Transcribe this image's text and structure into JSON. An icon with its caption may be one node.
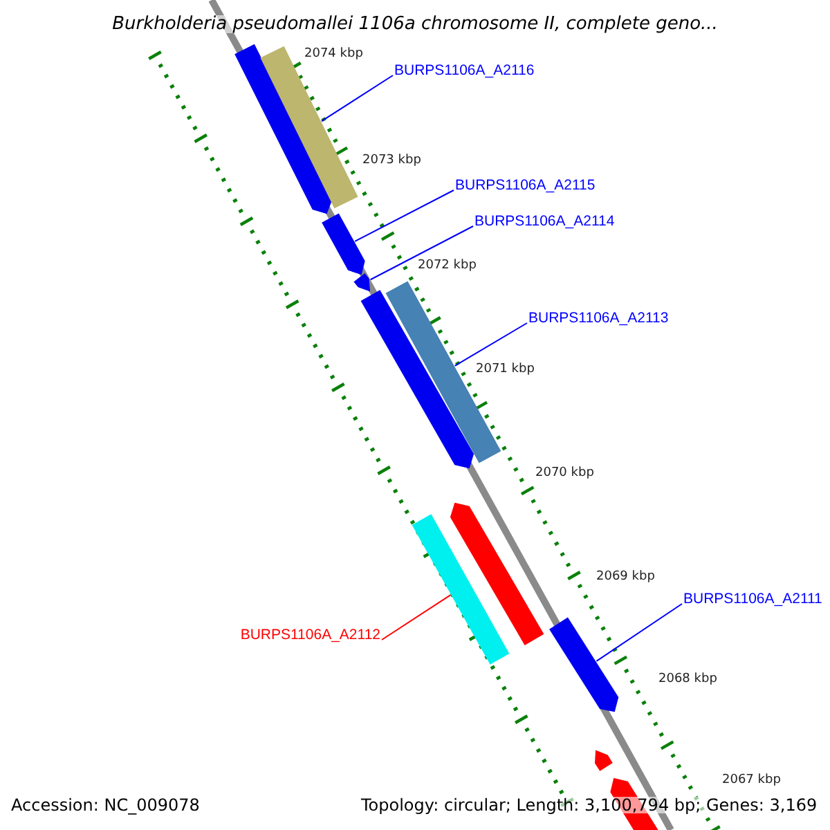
{
  "diagram": {
    "title": "Burkholderia pseudomallei 1106a chromosome II, complete geno...",
    "nodes": [
      {
        "text": [
          "BURPS1106A_A2116"
        ]
      },
      {
        "text": [
          "BURPS1106A_A2115"
        ]
      },
      {
        "text": [
          "BURPS1106A_A2114"
        ]
      },
      {
        "text": [
          "BURPS1106A_A2113"
        ]
      },
      {
        "text": [
          "BURPS1106A_A2112"
        ]
      },
      {
        "text": [
          "BURPS1106A_A2111"
        ]
      },
      {
        "text": [],
        "shape": "bar"
      },
      {
        "text": [],
        "shape": "bar"
      },
      {
        "text": [],
        "shape": "bar"
      },
      {
        "text": [],
        "shape": "bar"
      },
      {
        "text": [],
        "shape": "bar"
      },
      {
        "text": [],
        "shape": "bar"
      }
    ],
    "edges": [
      {
        "from": 0,
        "to": 6,
        "arrow": "none"
      },
      {
        "from": 1,
        "to": 7,
        "arrow": "none"
      },
      {
        "from": 2,
        "to": 8,
        "arrow": "none"
      },
      {
        "from": 3,
        "to": 9,
        "arrow": "none"
      },
      {
        "from": 4,
        "to": 10,
        "arrow": "none",
        "color": "#ff0000"
      },
      {
        "from": 5,
        "to": 11,
        "arrow": "none"
      }
    ],
    "labels": [
      "2074 kbp",
      "2073 kbp",
      "2072 kbp",
      "2071 kbp",
      "2070 kbp",
      "2069 kbp",
      "2068 kbp",
      "2067 kbp",
      "Accession: NC_009078",
      "Topology: circular; Length: 3,100,794 bp; Genes: 3,169"
    ]
  }
}
